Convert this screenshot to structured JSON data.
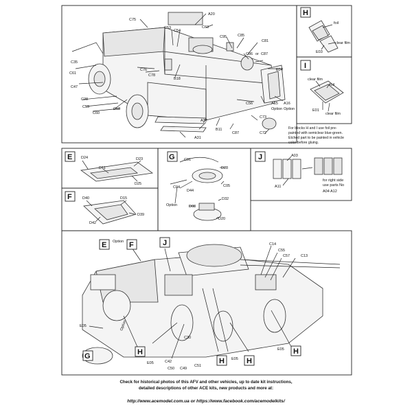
{
  "boxes": {
    "H": "H",
    "I": "I",
    "E": "E",
    "F": "F",
    "G": "G",
    "J": "J"
  },
  "main_labels": {
    "C75": "C75",
    "A20": "A20",
    "C63": "C63",
    "C53": "C53",
    "C54": "C54",
    "C95": "C95",
    "C85": "C85",
    "C81": "C81",
    "C86": "C86",
    "or": "or",
    "C87": "C87",
    "C35": "C35",
    "C61": "C61",
    "C47": "C47",
    "C28": "C28",
    "C59": "C59",
    "C60": "C60",
    "C58": "C58",
    "C76": "C76",
    "C78": "C78",
    "B18": "B18",
    "C56": "C56",
    "A15": "A15",
    "Option": "Option",
    "A16": "A16",
    "C73": "C73",
    "C72": "C72",
    "A32": "A32",
    "A31": "A31",
    "B11": "B11",
    "C87b": "C87",
    "E04": "E04"
  },
  "h_box": {
    "foil": "foil",
    "clear_film": "clear film",
    "E03": "E03"
  },
  "i_box": {
    "clear_film_1": "clear film",
    "foil": "foil",
    "E01": "E01",
    "clear_film_2": "clear film"
  },
  "note_lines": [
    "For blocks H and I use foil pre-",
    "painted with semiclear blue-green.",
    "Etched part to be painted in vehicle",
    "color before gluing."
  ],
  "e_box": {
    "D24": "D24",
    "D23": "D23",
    "D11": "D11",
    "D25": "D25"
  },
  "f_box": {
    "D40": "D40",
    "D15": "D15",
    "D39": "D39",
    "D42": "D42"
  },
  "g_box": {
    "C91": "C91",
    "D28": "D28",
    "C04": "C04",
    "D44": "D44",
    "C05": "C05",
    "Option": "Option",
    "D08": "D08",
    "D32": "D32",
    "D20": "D20"
  },
  "j_box": {
    "A03": "A03",
    "A11": "A11",
    "right_side_1": "for right side",
    "right_side_2": "use parts No",
    "right_side_3": "A04  A12"
  },
  "bottom": {
    "E": "E",
    "Option": "Option",
    "F": "F",
    "J": "J",
    "C14": "C14",
    "C55": "C55",
    "C57": "C57",
    "C13": "C13",
    "E05a": "E05",
    "Option2": "Option",
    "G": "G",
    "H1": "H",
    "E05b": "E05",
    "C30": "C30",
    "C42": "C42",
    "C50": "C50",
    "C49": "C49",
    "C51": "C51",
    "H2": "H",
    "E05c": "E05",
    "H3": "H",
    "E05d": "E05",
    "H4": "H"
  },
  "footer": {
    "line1": "Check for historical photos of this AFV and  other vehicles, up to date kit instructions,",
    "line2": "detailed descriptions of other ACE kits, new products and more at:",
    "line3": "http://www.acemodel.com.ua or https://www.facebook.com/acemodelkits/"
  }
}
